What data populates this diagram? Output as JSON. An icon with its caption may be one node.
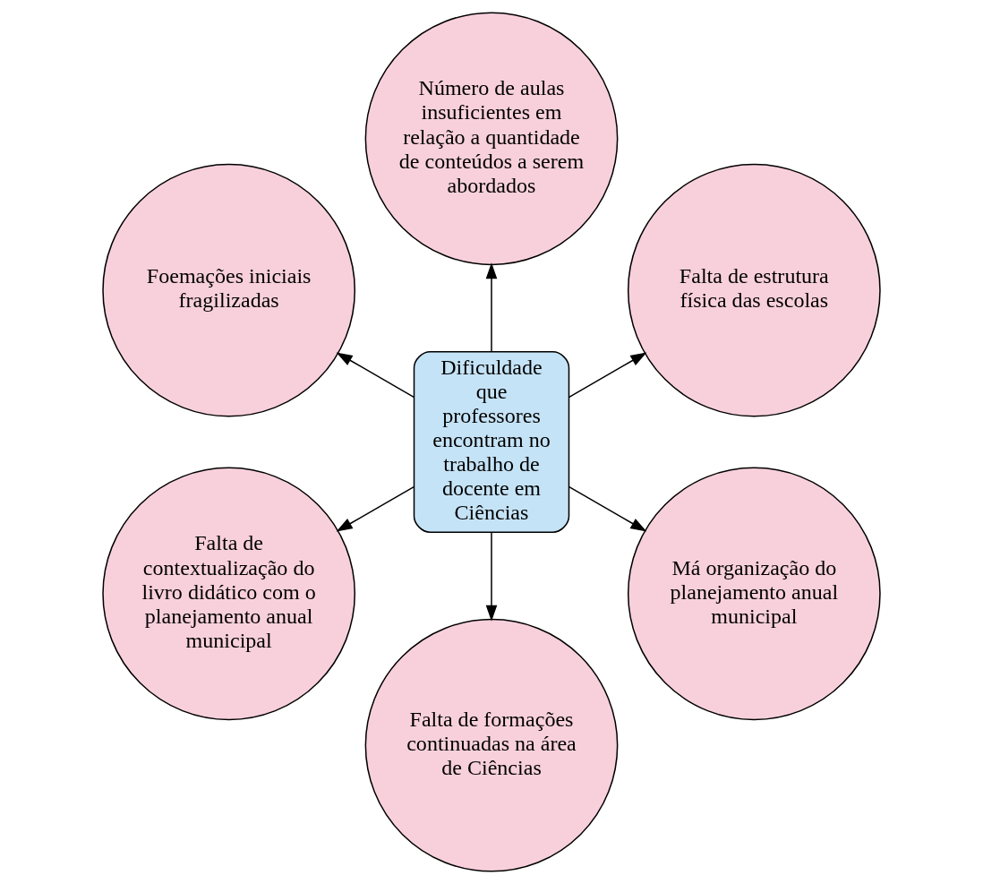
{
  "diagram": {
    "nodes": [
      {
        "text": [
          "Falta de estrutura física das escolas"
        ]
      },
      {
        "text": [
          "Número de aulas insuficientes em relação a quantidade de conteúdos a serem abordados"
        ]
      },
      {
        "text": [
          "Foemações iniciais fragilizadas"
        ]
      },
      {
        "text": [
          "Dificuldade que professores encontram no trabalho de docente em Ciências"
        ]
      },
      {
        "text": [
          "Falta de contextualização do livro didático com o planejamento anual municipal"
        ]
      },
      {
        "text": [
          "Falta de formações continuadas na área de Ciências"
        ]
      },
      {
        "text": [
          "Má organização do planejamento anual municipal"
        ]
      }
    ],
    "edges": [
      {
        "from": 3,
        "to": 0,
        "arrow": "to"
      },
      {
        "from": 3,
        "to": 1,
        "arrow": "to"
      },
      {
        "from": 3,
        "to": 2,
        "arrow": "to"
      },
      {
        "from": 3,
        "to": 4,
        "arrow": "to"
      },
      {
        "from": 3,
        "to": 5,
        "arrow": "to"
      },
      {
        "from": 3,
        "to": 6,
        "arrow": "to"
      }
    ]
  }
}
